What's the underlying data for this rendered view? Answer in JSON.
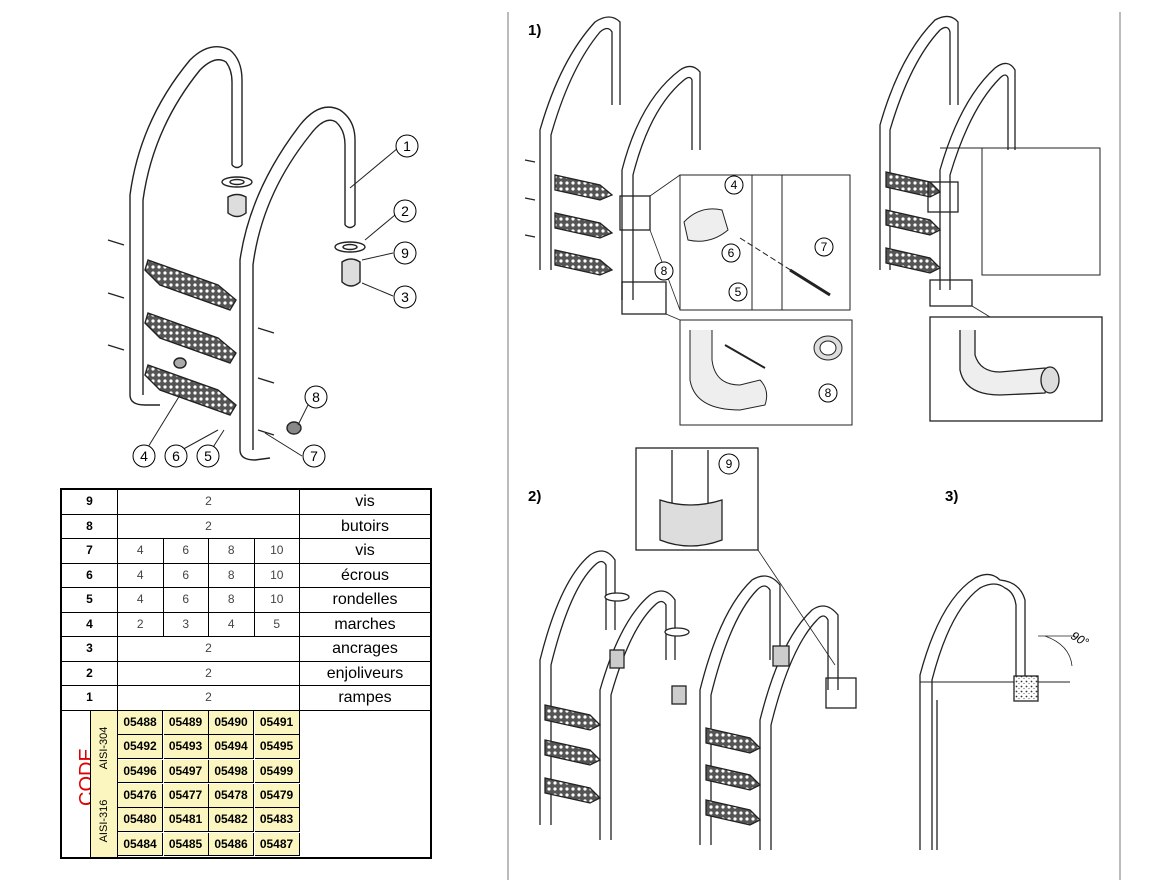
{
  "step_labels": [
    "1)",
    "2)",
    "3)"
  ],
  "callouts": {
    "exploded": [
      "1",
      "2",
      "9",
      "3",
      "8",
      "7",
      "4",
      "6",
      "5"
    ],
    "step1": [
      "4",
      "6",
      "5",
      "7",
      "8",
      "8"
    ],
    "step2": [
      "9"
    ]
  },
  "angle_label": "90°",
  "parts": [
    {
      "num": "9",
      "qty": "2",
      "desc": "vis"
    },
    {
      "num": "8",
      "qty": "2",
      "desc": "butoirs"
    },
    {
      "num": "7",
      "qty": [
        "4",
        "6",
        "8",
        "10"
      ],
      "desc": "vis"
    },
    {
      "num": "6",
      "qty": [
        "4",
        "6",
        "8",
        "10"
      ],
      "desc": "écrous"
    },
    {
      "num": "5",
      "qty": [
        "4",
        "6",
        "8",
        "10"
      ],
      "desc": "rondelles"
    },
    {
      "num": "4",
      "qty": [
        "2",
        "3",
        "4",
        "5"
      ],
      "desc": "marches"
    },
    {
      "num": "3",
      "qty": "2",
      "desc": "ancrages"
    },
    {
      "num": "2",
      "qty": "2",
      "desc": "enjoliveurs"
    },
    {
      "num": "1",
      "qty": "2",
      "desc": "rampes"
    }
  ],
  "code": {
    "label": "CODE",
    "color": "#e00000",
    "cell_color": "#fbf6bf",
    "grades": [
      {
        "name": "AISI-304",
        "rows": [
          [
            "05488",
            "05489",
            "05490",
            "05491"
          ],
          [
            "05492",
            "05493",
            "05494",
            "05495"
          ],
          [
            "05496",
            "05497",
            "05498",
            "05499"
          ]
        ]
      },
      {
        "name": "AISI-316",
        "rows": [
          [
            "05476",
            "05477",
            "05478",
            "05479"
          ],
          [
            "05480",
            "05481",
            "05482",
            "05483"
          ],
          [
            "05484",
            "05485",
            "05486",
            "05487"
          ]
        ]
      }
    ]
  }
}
